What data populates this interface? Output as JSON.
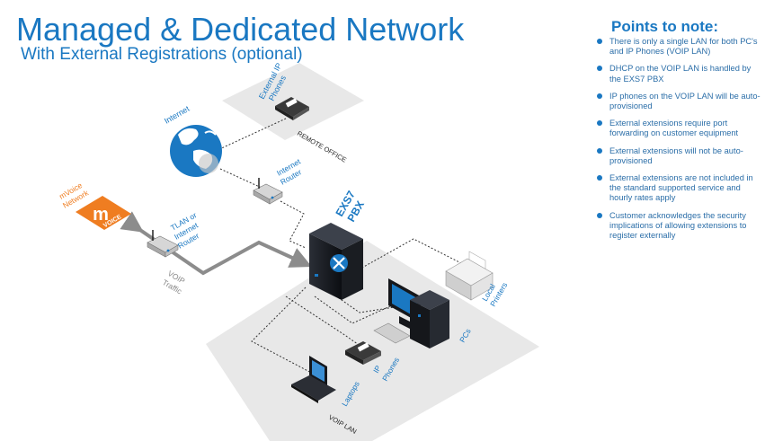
{
  "header": {
    "title": "Managed & Dedicated Network",
    "subtitle": "With External Registrations (optional)"
  },
  "notes": {
    "title": "Points to note:",
    "items": [
      "There is only a single LAN for both PC's and IP Phones (VOIP LAN)",
      "DHCP on the VOIP LAN is handled by the EXS7 PBX",
      "IP phones on the VOIP LAN will be auto-provisioned",
      "External extensions require port forwarding on customer equipment",
      "External extensions will not be auto-provisioned",
      "External extensions are not included in the standard supported service and hourly rates apply",
      "Customer acknowledges the security implications of allowing extensions to register externally"
    ]
  },
  "diagram": {
    "internet": "Internet",
    "external_phones": [
      "External IP",
      "Phones"
    ],
    "remote_office": "REMOTE OFFICE",
    "internet_router": [
      "Internet",
      "Router"
    ],
    "network_name": [
      "mVoice",
      "Network"
    ],
    "logo_letter": "m",
    "logo_word": "VOICE",
    "tlan_router": [
      "TLAN or",
      "Internet",
      "Router"
    ],
    "voip_traffic": [
      "VOIP",
      "Traffic"
    ],
    "pbx": [
      "EXS7",
      "PBX"
    ],
    "printers": [
      "Local",
      "Printers"
    ],
    "pcs": "PCs",
    "ip_phones": [
      "IP",
      "Phones"
    ],
    "laptops": "Laptops",
    "voip_lan": "VOIP LAN"
  },
  "colors": {
    "brand_blue": "#1a78c2",
    "accent_orange": "#ef7d21",
    "traffic_gray": "#8c8c8c",
    "panel_fill": "#e8e8e8"
  }
}
